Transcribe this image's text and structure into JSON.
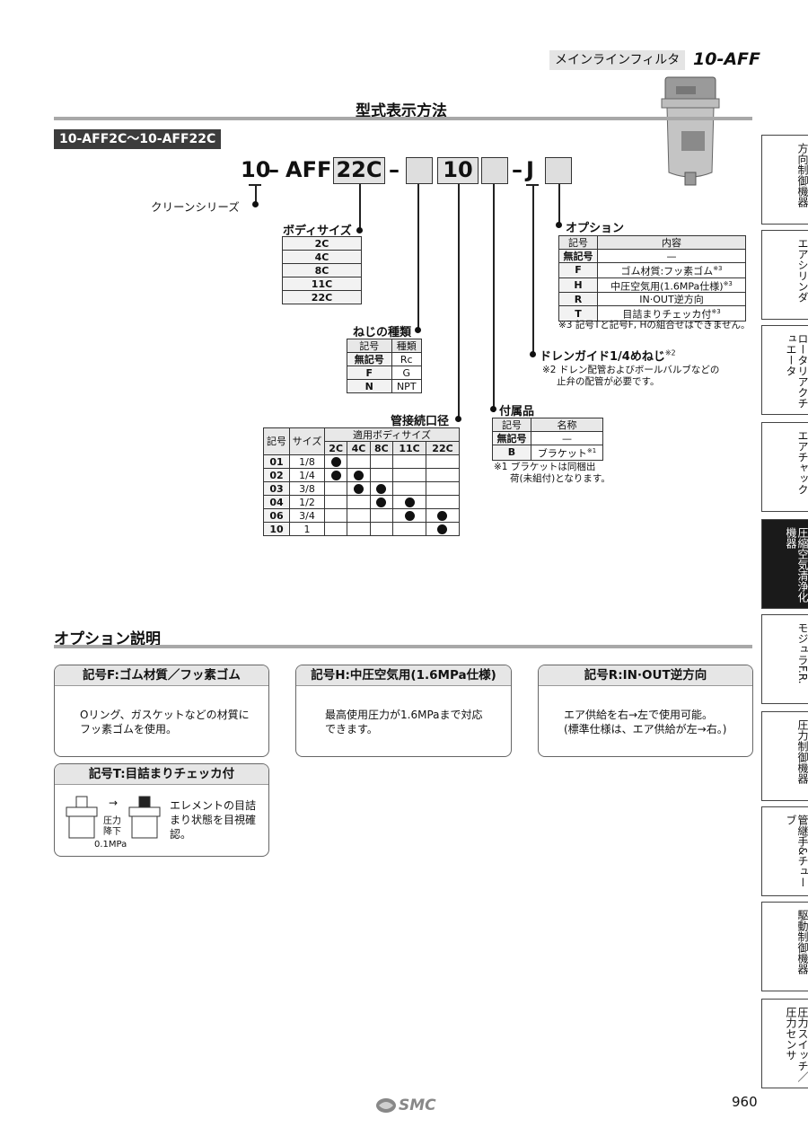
{
  "header": {
    "category": "メインラインフィルタ",
    "model": "10-AFF"
  },
  "section_title": "型式表示方法",
  "series_label": "10-AFF2C～10-AFF22C",
  "code": {
    "prefix": "10",
    "dash": "–",
    "name": "AFF",
    "size": "22C",
    "port": "10",
    "suffix": "J"
  },
  "clean_series": "クリーンシリーズ",
  "body_size": {
    "title": "ボディサイズ",
    "items": [
      "2C",
      "4C",
      "8C",
      "11C",
      "22C"
    ]
  },
  "thread": {
    "title": "ねじの種類",
    "headers": [
      "記号",
      "種類"
    ],
    "rows": [
      {
        "code": "無記号",
        "type": "Rc"
      },
      {
        "code": "F",
        "type": "G"
      },
      {
        "code": "N",
        "type": "NPT"
      }
    ]
  },
  "port_size": {
    "title": "管接続口径",
    "headers": [
      "記号",
      "サイズ",
      "適用ボディサイズ"
    ],
    "bodies": [
      "2C",
      "4C",
      "8C",
      "11C",
      "22C"
    ],
    "rows": [
      {
        "code": "01",
        "size": "1/8",
        "marks": [
          1,
          0,
          0,
          0,
          0
        ]
      },
      {
        "code": "02",
        "size": "1/4",
        "marks": [
          1,
          1,
          0,
          0,
          0
        ]
      },
      {
        "code": "03",
        "size": "3/8",
        "marks": [
          0,
          1,
          1,
          0,
          0
        ]
      },
      {
        "code": "04",
        "size": "1/2",
        "marks": [
          0,
          0,
          1,
          1,
          0
        ]
      },
      {
        "code": "06",
        "size": "3/4",
        "marks": [
          0,
          0,
          0,
          1,
          1
        ]
      },
      {
        "code": "10",
        "size": "1",
        "marks": [
          0,
          0,
          0,
          0,
          1
        ]
      }
    ]
  },
  "accessory": {
    "title": "付属品",
    "headers": [
      "記号",
      "名称"
    ],
    "rows": [
      {
        "code": "無記号",
        "name": "—",
        "sup": ""
      },
      {
        "code": "B",
        "name": "ブラケット",
        "sup": "※1"
      }
    ],
    "note1": "※1 ブラケットは同梱出",
    "note2": "荷(未組付)となります。"
  },
  "drain": {
    "title": "ドレンガイド1/4めねじ",
    "sup": "※2",
    "note1": "※2 ドレン配管およびボールバルブなどの",
    "note2": "止弁の配管が必要です。"
  },
  "option": {
    "title": "オプション",
    "headers": [
      "記号",
      "内容"
    ],
    "rows": [
      {
        "code": "無記号",
        "text": "—",
        "sup": ""
      },
      {
        "code": "F",
        "text": "ゴム材質:フッ素ゴム",
        "sup": "※3"
      },
      {
        "code": "H",
        "text": "中圧空気用(1.6MPa仕様)",
        "sup": "※3"
      },
      {
        "code": "R",
        "text": "IN·OUT逆方向",
        "sup": ""
      },
      {
        "code": "T",
        "text": "目詰まりチェッカ付",
        "sup": "※3"
      }
    ],
    "note": "※3 記号Tと記号F, Hの組合せはできません。"
  },
  "options_title": "オプション説明",
  "opt_boxes": {
    "f": {
      "title": "記号F:ゴム材質／フッ素ゴム",
      "l1": "Oリング、ガスケットなどの材質に",
      "l2": "フッ素ゴムを使用。"
    },
    "h": {
      "title": "記号H:中圧空気用(1.6MPa仕様)",
      "l1": "最高使用圧力が1.6MPaまで対応",
      "l2": "できます。"
    },
    "r": {
      "title": "記号R:IN·OUT逆方向",
      "l1": "エア供給を右→左で使用可能。",
      "l2": "(標準仕様は、エア供給が左→右。)"
    },
    "t": {
      "title": "記号T:目詰まりチェッカ付",
      "l1": "エレメントの目詰",
      "l2": "まり状態を目視確",
      "l3": "認。",
      "arrow": "→",
      "p1": "圧力",
      "p2": "降下",
      "p3": "0.1MPa"
    }
  },
  "tabs": [
    "方向制御機器",
    "エアシリンダ",
    "ロータリアクチュエータ",
    "エアチャック",
    "圧縮空気清浄化機器",
    "モジュラF.R.",
    "圧力制御機器",
    "管継手&チューブ",
    "駆動制御機器",
    "圧力スイッチ／圧力センサ"
  ],
  "footer": {
    "brand": "SMC",
    "page": "960"
  }
}
